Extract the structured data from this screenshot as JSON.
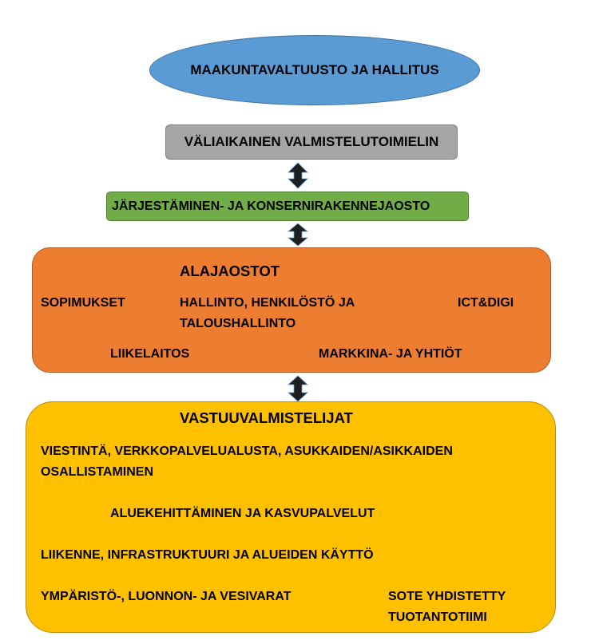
{
  "colors": {
    "blue": "#5b9bd5",
    "grey": "#a5a5a5",
    "green": "#70ad47",
    "orange": "#ed7d31",
    "yellow": "#ffc000",
    "arrow": "#1f1f1f"
  },
  "top": {
    "label": "MAAKUNTAVALTUUSTO JA HALLITUS"
  },
  "interim": {
    "label": "VÄLIAIKAINEN VALMISTELUTOIMIELIN"
  },
  "organizing": {
    "label": "JÄRJESTÄMINEN- JA KONSERNIRAKENNEJAOSTO"
  },
  "subcommittees": {
    "title": "ALAJAOSTOT",
    "items": [
      "SOPIMUKSET",
      "HALLINTO, HENKILÖSTÖ JA TALOUSHALLINTO",
      "ICT&DIGI",
      "LIIKELAITOS",
      "MARKKINA- JA YHTIÖT"
    ]
  },
  "responsible": {
    "title": "VASTUUVALMISTELIJAT",
    "items": [
      "VIESTINTÄ, VERKKOPALVELUALUSTA, ASUKKAIDEN/ASIKKAIDEN OSALLISTAMINEN",
      "ALUEKEHITTÄMINEN JA KASVUPALVELUT",
      "LIIKENNE, INFRASTRUKTUURI JA ALUEIDEN KÄYTTÖ",
      "YMPÄRISTÖ-, LUONNON- JA VESIVARAT",
      "SOTE YHDISTETTY TUOTANTOTIIMI"
    ]
  }
}
